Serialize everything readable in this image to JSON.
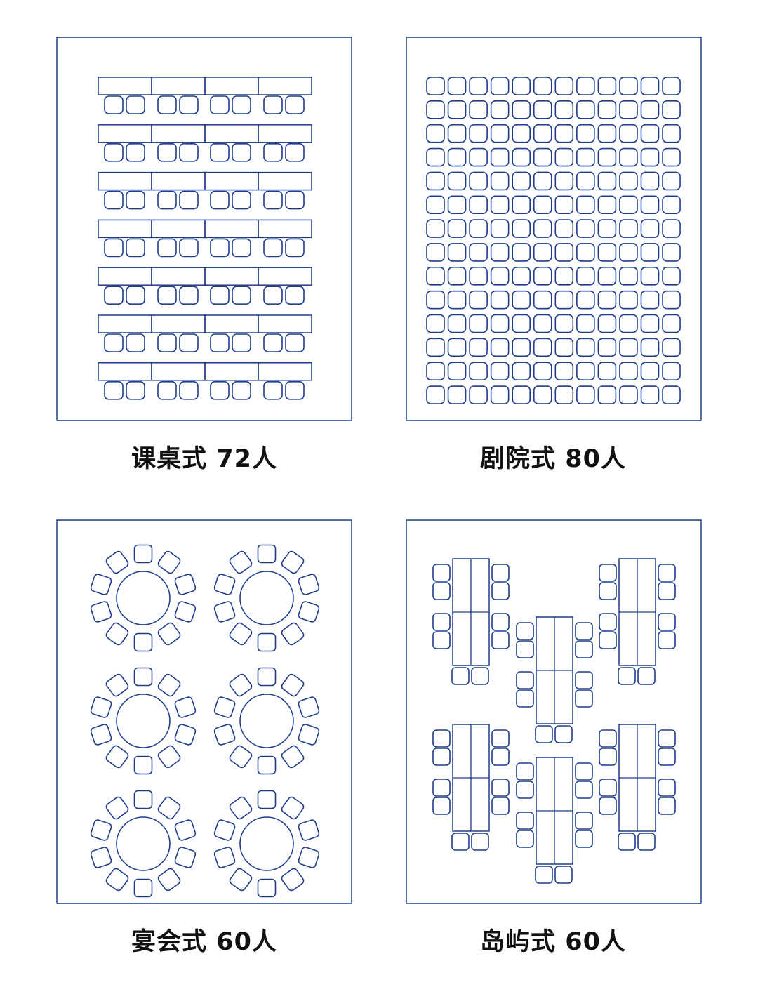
{
  "colors": {
    "line": "#1f3d8c",
    "text": "#111111",
    "background": "#ffffff"
  },
  "layouts": [
    {
      "id": "classroom",
      "label": "课桌式 72人"
    },
    {
      "id": "theater",
      "label": "剧院式 80人"
    },
    {
      "id": "banquet",
      "label": "宴会式 60人"
    },
    {
      "id": "island",
      "label": "岛屿式 60人"
    }
  ]
}
